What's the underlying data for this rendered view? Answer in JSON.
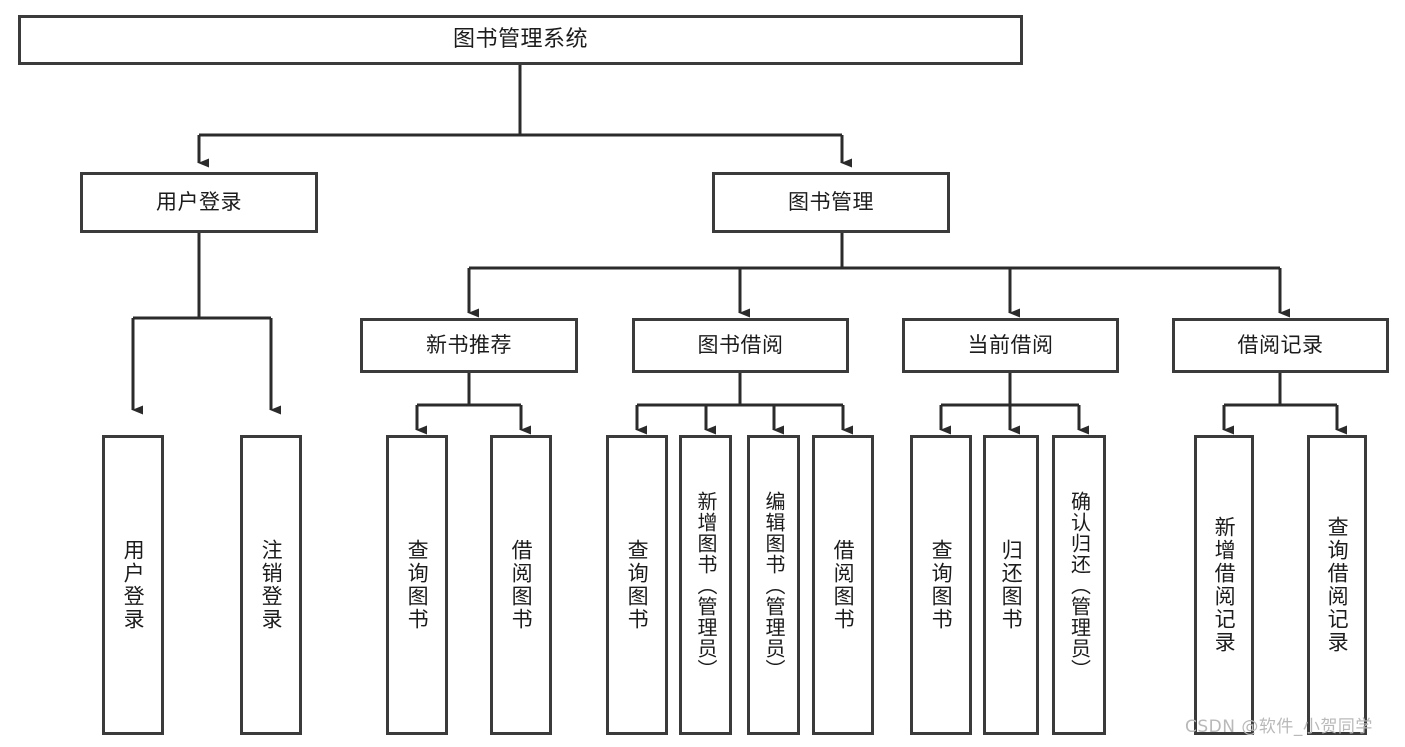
{
  "diagram": {
    "title": "图书管理系统",
    "style": {
      "box_border_color": "#3b3b3b",
      "box_fill_color": "#ffffff",
      "connector_color": "#2b2b2b",
      "text_color": "#1c1c1c",
      "background_color": "#ffffff"
    },
    "root": {
      "label": "图书管理系统"
    },
    "level1": [
      {
        "label": "用户登录"
      },
      {
        "label": "图书管理"
      }
    ],
    "level2": [
      {
        "label": "新书推荐"
      },
      {
        "label": "图书借阅"
      },
      {
        "label": "当前借阅"
      },
      {
        "label": "借阅记录"
      }
    ],
    "leaves": {
      "user_login": [
        {
          "label": "用户登录"
        },
        {
          "label": "注销登录"
        }
      ],
      "new_book_recommend": [
        {
          "label": "查询图书"
        },
        {
          "label": "借阅图书"
        }
      ],
      "book_borrow": [
        {
          "label": "查询图书"
        },
        {
          "label": "新增图书（管理员）"
        },
        {
          "label": "编辑图书（管理员）"
        },
        {
          "label": "借阅图书"
        }
      ],
      "current_borrow": [
        {
          "label": "查询图书"
        },
        {
          "label": "归还图书"
        },
        {
          "label": "确认归还（管理员）"
        }
      ],
      "borrow_record": [
        {
          "label": "新增借阅记录"
        },
        {
          "label": "查询借阅记录"
        }
      ]
    }
  },
  "watermark": {
    "text": "CSDN @软件_小贺同学"
  }
}
